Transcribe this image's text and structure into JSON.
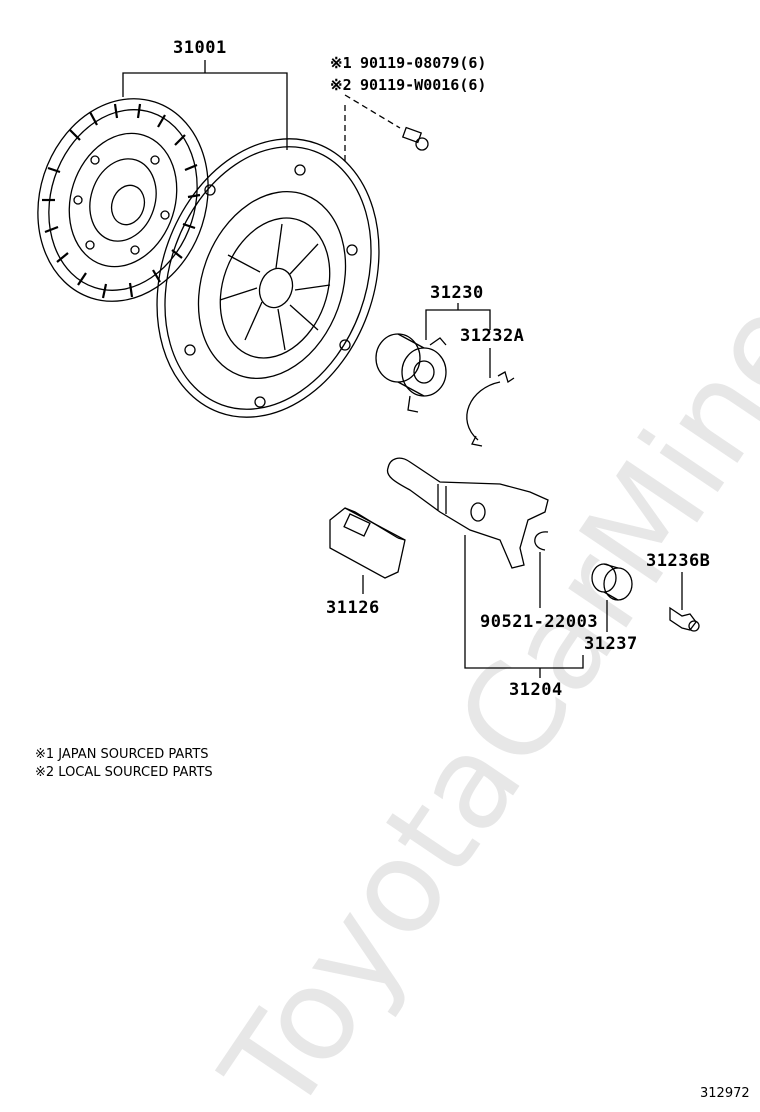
{
  "watermark": "ToyotaCarMine.ru",
  "parts": {
    "clutch_disc": "31001",
    "bolt_note_1_mark": "※1",
    "bolt_note_1_pn": "90119-08079(6)",
    "bolt_note_2_mark": "※2",
    "bolt_note_2_pn": "90119-W0016(6)",
    "release_bearing": "31230",
    "bearing_clip": "31232A",
    "boot": "31126",
    "ball_stud": "31236B",
    "snap_ring": "90521-22003",
    "fork_boot": "31237",
    "release_fork": "31204"
  },
  "legend": {
    "line1": "※1 JAPAN SOURCED PARTS",
    "line2": "※2 LOCAL SOURCED PARTS"
  },
  "diagram_id": "312972",
  "colors": {
    "line": "#000000",
    "watermark": "#d4d4d4"
  }
}
